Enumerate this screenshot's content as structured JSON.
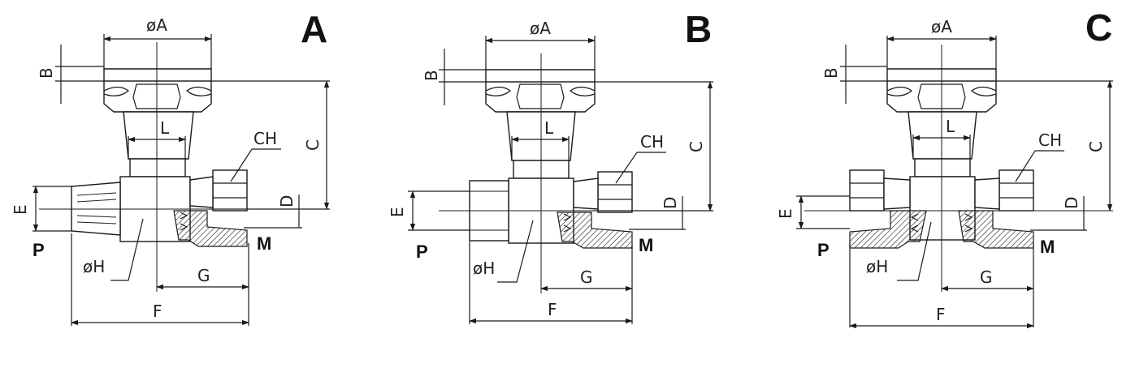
{
  "variants": [
    {
      "letter": "A",
      "inlet_label": "P",
      "outlet_label": "M",
      "dims": {
        "A": "øA",
        "B": "B",
        "C": "C",
        "L": "L",
        "CH": "CH",
        "D": "D",
        "E": "E",
        "H": "øH",
        "G": "G",
        "F": "F"
      }
    },
    {
      "letter": "B",
      "inlet_label": "P",
      "outlet_label": "M",
      "dims": {
        "A": "øA",
        "B": "B",
        "C": "C",
        "L": "L",
        "CH": "CH",
        "D": "D",
        "E": "E",
        "H": "øH",
        "G": "G",
        "F": "F"
      }
    },
    {
      "letter": "C",
      "inlet_label": "P",
      "outlet_label": "M",
      "dims": {
        "A": "øA",
        "B": "B",
        "C": "C",
        "L": "L",
        "CH": "CH",
        "D": "D",
        "E": "E",
        "H": "øH",
        "G": "G",
        "F": "F"
      }
    }
  ],
  "icons": {
    "arrowhead": "dimension-arrow"
  }
}
